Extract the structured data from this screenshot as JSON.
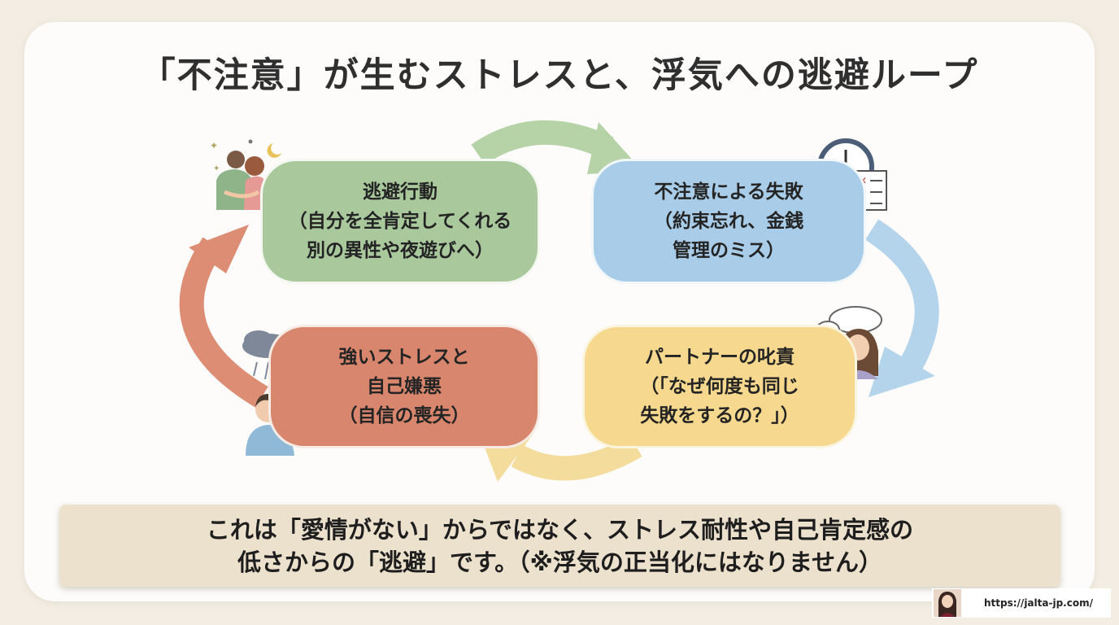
{
  "title": "「不注意」が生むストレスと、浮気への逃避ループ",
  "boxes": {
    "avoidance": {
      "line1": "逃避行動",
      "line2": "（自分を全肯定してくれる",
      "line3": "別の異性や夜遊びへ）",
      "color": "#a9c99d"
    },
    "failure": {
      "line1": "不注意による失敗",
      "line2": "（約束忘れ、金銭",
      "line3": "管理のミス）",
      "color": "#a9cde8"
    },
    "stress": {
      "line1": "強いストレスと",
      "line2": "自己嫌悪",
      "line3": "（自信の喪失）",
      "color": "#d8866d"
    },
    "blame": {
      "line1": "パートナーの叱責",
      "line2": "（「なぜ何度も同じ",
      "line3": "失敗をするの？」）",
      "color": "#f6d98e"
    }
  },
  "note": {
    "line1": "これは「愛情がない」からではなく、ストレス耐性や自己肯定感の",
    "line2": "低さからの「逃避」です。（※浮気の正当化にはなりません）"
  },
  "credit": {
    "url": "https://jalta-jp.com/"
  },
  "icons": {
    "avoidance": "embracing-couple-icon",
    "failure": "clock-checklist-icon",
    "stress": "sad-man-raincloud-icon",
    "blame": "worried-woman-thought-icon"
  }
}
